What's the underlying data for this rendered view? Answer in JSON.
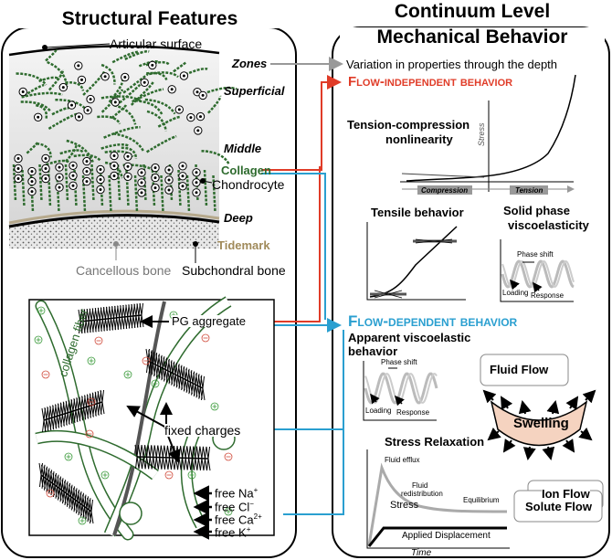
{
  "left_panel": {
    "title": "Structural Features",
    "labels": {
      "articular_surface": "Articular surface",
      "zones": "Zones",
      "superficial": "Superficial",
      "middle": "Middle",
      "collagen": "Collagen",
      "chondrocyte": "Chondrocyte",
      "deep": "Deep",
      "tidemark": "Tidemark",
      "cancellous_bone": "Cancellous bone",
      "subchondral_bone": "Subchondral bone"
    },
    "micro": {
      "pg_aggregate": "PG aggregate",
      "collagen_fiber": "collagen fiber",
      "fixed_charges": "fixed charges",
      "ions": [
        {
          "base": "free Na",
          "sup": "+"
        },
        {
          "base": "free Cl",
          "sup": "−"
        },
        {
          "base": "free Ca",
          "sup": "2+"
        },
        {
          "base": "free K",
          "sup": "+"
        }
      ]
    }
  },
  "right_panel": {
    "title_line1": "Continuum Level",
    "title_line2": "Mechanical Behavior",
    "variation": "Variation in properties through the depth",
    "flow_independent": "Flow-independent behavior",
    "tension_compression_1": "Tension-compression",
    "tension_compression_2": "nonlinearity",
    "stress_axis": "Stress",
    "compression": "Compression",
    "tension": "Tension",
    "tensile_behavior": "Tensile behavior",
    "solid_phase_1": "Solid phase",
    "solid_phase_2": "viscoelasticity",
    "phase_shift": "Phase shift",
    "loading": "Loading",
    "response": "Response",
    "flow_dependent": "Flow-dependent behavior",
    "apparent_visco_1": "Apparent viscoelastic",
    "apparent_visco_2": "behavior",
    "fluid_flow": "Fluid Flow",
    "swelling": "Swelling",
    "stress_relaxation": "Stress Relaxation",
    "fluid_efflux": "Fluid efflux",
    "fluid_redistribution_1": "Fluid",
    "fluid_redistribution_2": "redistribution",
    "equilibrium": "Equilibrium",
    "stress": "Stress",
    "applied_displacement": "Applied Displacement",
    "time": "Time",
    "ion_flow": "Ion Flow",
    "solute_flow": "Solute Flow"
  },
  "colors": {
    "flow_independent": "#e03c28",
    "flow_dependent": "#2a9fd0",
    "collagen": "#2e6b2e",
    "tidemark": "#a08a5a"
  }
}
